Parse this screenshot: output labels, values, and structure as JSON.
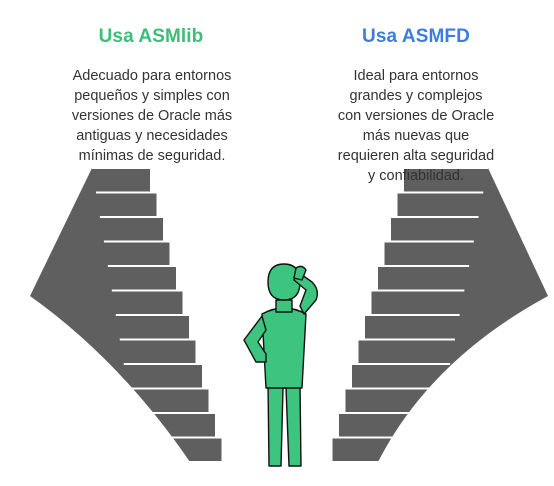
{
  "options": [
    {
      "title": "Usa ASMlib",
      "description": "Adecuado para entornos\npequeños y simples con\nversiones de Oracle más\nantiguas y necesidades\nmínimas de seguridad.",
      "color": "#3dbd77"
    },
    {
      "title": "Usa ASMFD",
      "description": "Ideal para entornos\ngrandes y complejos\ncon versiones de Oracle\nmás nuevas que\nrequieren alta seguridad\ny confiabilidad.",
      "color": "#3d7de0"
    }
  ],
  "colors": {
    "stairs": "#5f5f5f",
    "figure": "#3dc47e",
    "outline": "#111111"
  },
  "icons": {
    "figure": "person-thinking-icon"
  }
}
